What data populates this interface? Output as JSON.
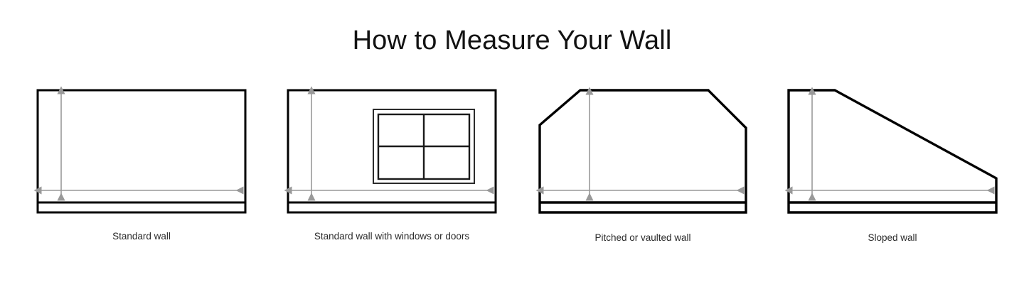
{
  "page": {
    "title": "How to Measure Your Wall",
    "background_color": "#ffffff",
    "outline_color": "#000000",
    "arrow_color": "#999999"
  },
  "figures": [
    {
      "id": "standard-wall",
      "caption": "Standard wall",
      "shape": "rectangle",
      "has_baseboard": true,
      "has_height_arrow": true,
      "has_width_arrow": true,
      "has_window": false
    },
    {
      "id": "standard-wall-with-openings",
      "caption": "Standard wall with windows or doors",
      "shape": "rectangle",
      "has_baseboard": true,
      "has_height_arrow": true,
      "has_width_arrow": true,
      "has_window": true,
      "window_panes": 4
    },
    {
      "id": "pitched-vaulted-wall",
      "caption": "Pitched or vaulted wall",
      "shape": "hexagon-chamfered-top",
      "has_baseboard": true,
      "has_height_arrow": true,
      "has_width_arrow": true,
      "has_window": false
    },
    {
      "id": "sloped-wall",
      "caption": "Sloped wall",
      "shape": "right-trapezoid-sloped-top",
      "has_baseboard": true,
      "has_height_arrow": true,
      "has_width_arrow": true,
      "has_window": false
    }
  ]
}
